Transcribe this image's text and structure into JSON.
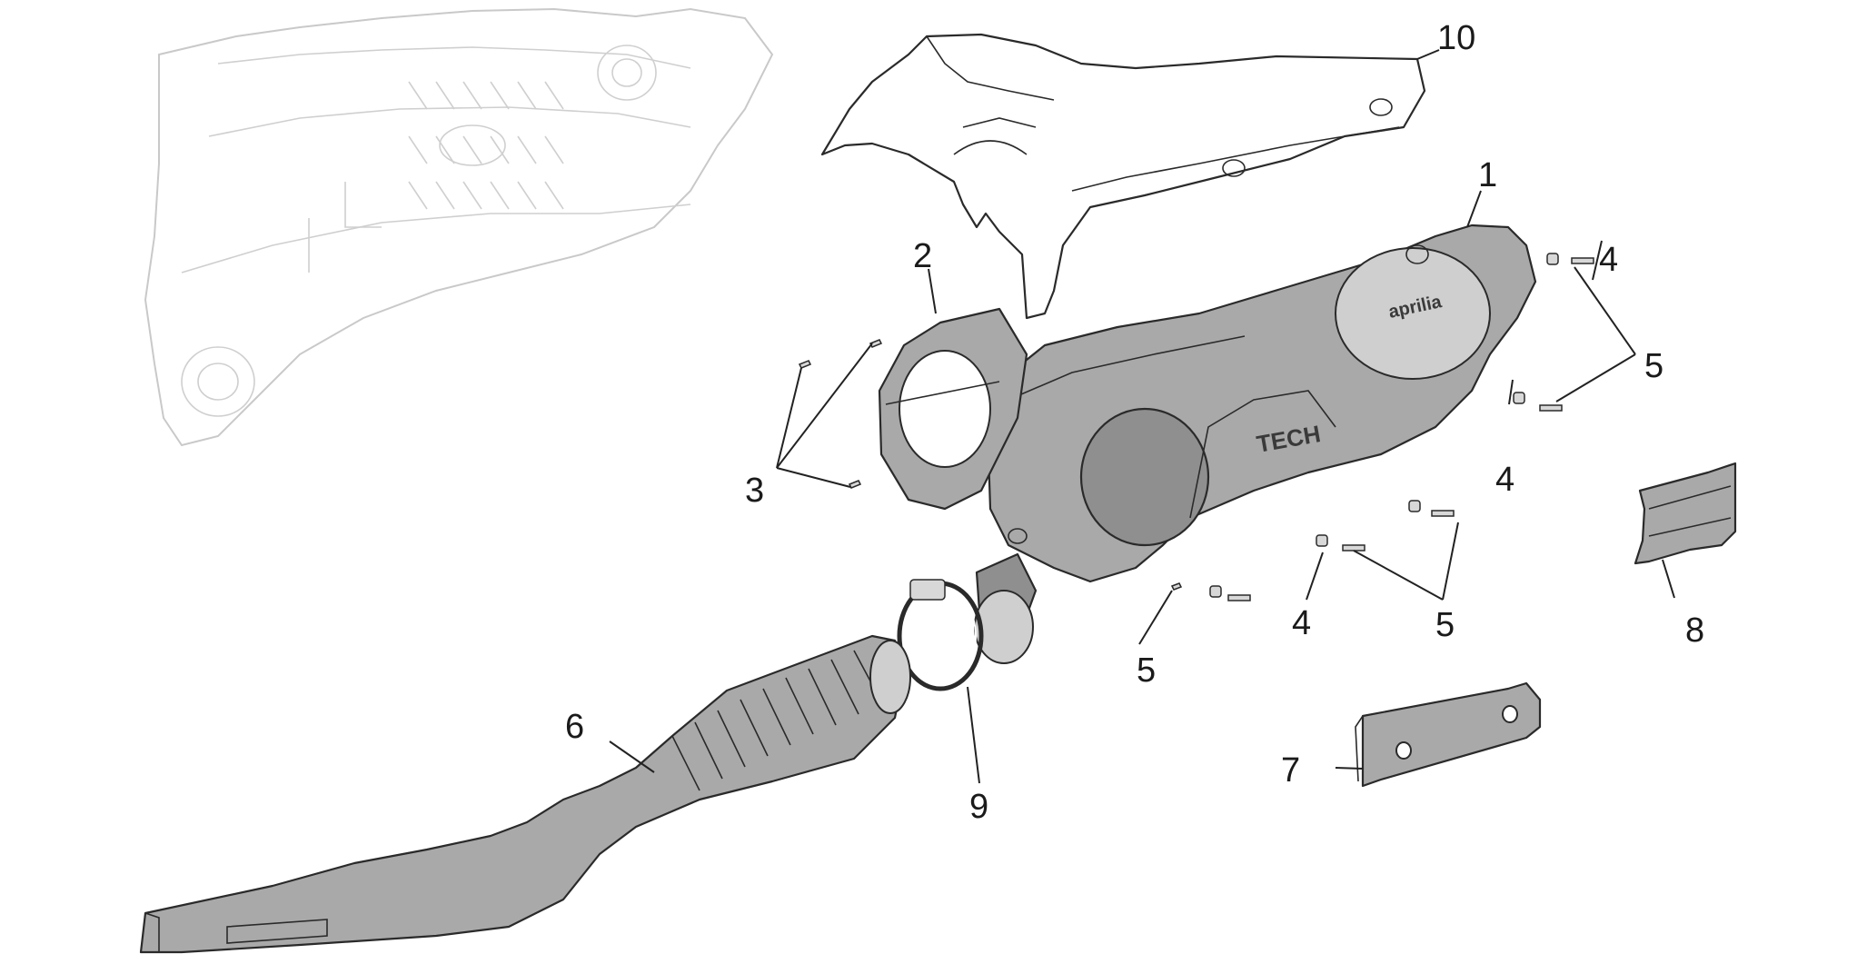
{
  "diagram": {
    "brand_marks": {
      "cover_logo": "aprilia",
      "cover_model": "TECH"
    },
    "callouts": [
      {
        "id": "c1",
        "label": "1"
      },
      {
        "id": "c2",
        "label": "2"
      },
      {
        "id": "c3",
        "label": "3"
      },
      {
        "id": "c4a",
        "label": "4"
      },
      {
        "id": "c4b",
        "label": "4"
      },
      {
        "id": "c4c",
        "label": "4"
      },
      {
        "id": "c5a",
        "label": "5"
      },
      {
        "id": "c5b",
        "label": "5"
      },
      {
        "id": "c5c",
        "label": "5"
      },
      {
        "id": "c6",
        "label": "6"
      },
      {
        "id": "c7",
        "label": "7"
      },
      {
        "id": "c8",
        "label": "8"
      },
      {
        "id": "c9",
        "label": "9"
      },
      {
        "id": "c10",
        "label": "10"
      }
    ]
  }
}
